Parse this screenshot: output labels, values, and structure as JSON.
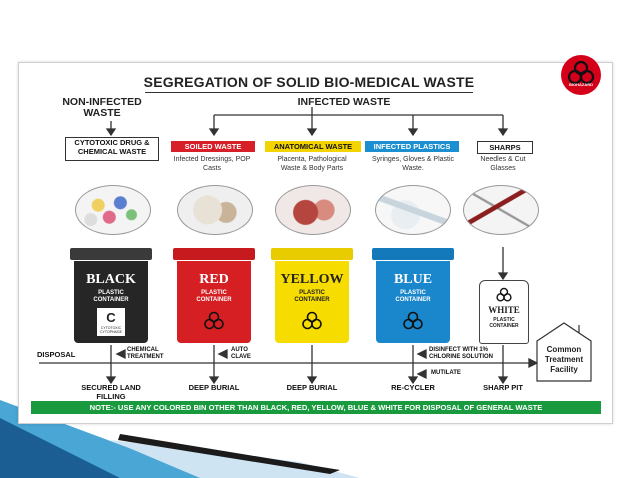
{
  "title": "SEGREGATION OF SOLID BIO-MEDICAL WASTE",
  "logo_text": "BIOHAZARD",
  "non_infected": "NON-INFECTED WASTE",
  "infected": "INFECTED WASTE",
  "categories": [
    {
      "label": "CYTOTOXIC DRUG & CHEMICAL WASTE",
      "color": "#ffffff"
    },
    {
      "label": "SOILED WASTE",
      "color": "#d61f26",
      "desc": "Infected Dressings, POP Casts"
    },
    {
      "label": "ANATOMICAL WASTE",
      "color": "#f4d400",
      "desc": "Placenta, Pathological Waste & Body Parts"
    },
    {
      "label": "INFECTED PLASTICS",
      "color": "#1c8fd0",
      "desc": "Syringes, Gloves & Plastic Waste."
    },
    {
      "label": "SHARPS",
      "color": "#ffffff",
      "desc": "Needles & Cut Glasses"
    }
  ],
  "bins": [
    {
      "name": "BLACK",
      "sub": "PLASTIC CONTAINER",
      "color": "#262626",
      "lid": "#3a3a3a",
      "text": "#ffffff",
      "extra": "CYTOTOXIC CYTOPHAGE",
      "extra_letter": "C"
    },
    {
      "name": "RED",
      "sub": "PLASTIC CONTAINER",
      "color": "#d51f23",
      "lid": "#c71a1e",
      "text": "#ffffff"
    },
    {
      "name": "YELLOW",
      "sub": "PLASTIC CONTAINER",
      "color": "#f7dc00",
      "lid": "#e8cc00",
      "text": "#222222"
    },
    {
      "name": "BLUE",
      "sub": "PLASTIC CONTAINER",
      "color": "#1a86cc",
      "lid": "#1479bb",
      "text": "#ffffff"
    },
    {
      "name": "WHITE",
      "sub": "PLASTIC CONTAINER",
      "color": "#ffffff",
      "lid": "#ffffff",
      "text": "#222222"
    }
  ],
  "disposal": "DISPOSAL",
  "chemical_treatment": "CHEMICAL TREATMENT",
  "auto_clave": "AUTO CLAVE",
  "disinfect": "DISINFECT WITH 1% CHLORINE SOLUTION",
  "mutilate": "MUTILATE",
  "common_facility": "Common Treatment Facility",
  "destinations": [
    "SECURED LAND FILLING",
    "DEEP BURIAL",
    "DEEP BURIAL",
    "RE-CYCLER",
    "SHARP PIT"
  ],
  "note": "NOTE:- USE ANY COLORED BIN OTHER THAN BLACK, RED, YELLOW, BLUE & WHITE FOR DISPOSAL OF GENERAL WASTE"
}
